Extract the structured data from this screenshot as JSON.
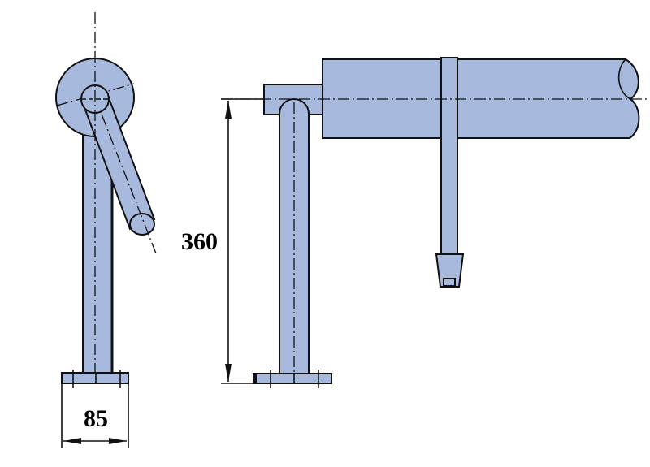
{
  "drawing": {
    "type": "technical mechanical drawing (two orthographic views)",
    "fill_color": "#a7b9dd",
    "line_color": "#111111",
    "views": [
      {
        "name": "side-view",
        "parts": [
          "flange-disc",
          "hub",
          "inclined-arm",
          "vertical-post",
          "base-plate"
        ]
      },
      {
        "name": "front-view",
        "parts": [
          "support-post",
          "t-bracket",
          "main-shaft",
          "hanger-strap",
          "nozzle"
        ]
      }
    ]
  },
  "dimensions": {
    "base_width": "85",
    "post_height": "360"
  }
}
